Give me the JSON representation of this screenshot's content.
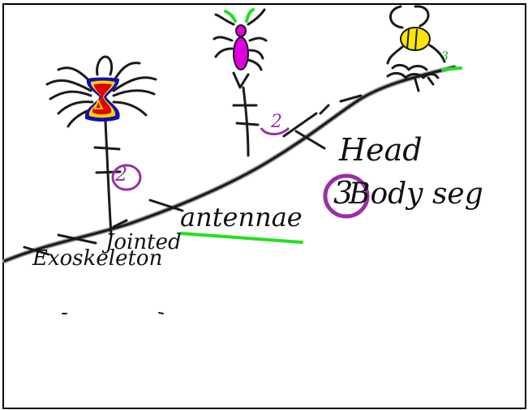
{
  "canvas": {
    "background": "#ffffff",
    "frame_color": "#000000",
    "ink_color": "#1a1a1a",
    "accent_colors": {
      "purple": "#9b2fa8",
      "green": "#22e022",
      "magenta": "#e000e0",
      "red": "#e00000",
      "yellow": "#ffe600",
      "blue": "#1010b0"
    }
  },
  "labels": {
    "head": "Head",
    "body_segments": "Body seg",
    "antennae": "antennae",
    "jointed": "Jointed",
    "exoskeleton": "Exoskeleton",
    "count_3": "3",
    "spider_leg_pairs": "2",
    "insect_leg_pairs": "2",
    "bee_count": "3"
  },
  "drawings": {
    "spider": "black-widow-spider-icon",
    "insect": "purple-insect-icon",
    "bee": "bee-icon"
  }
}
